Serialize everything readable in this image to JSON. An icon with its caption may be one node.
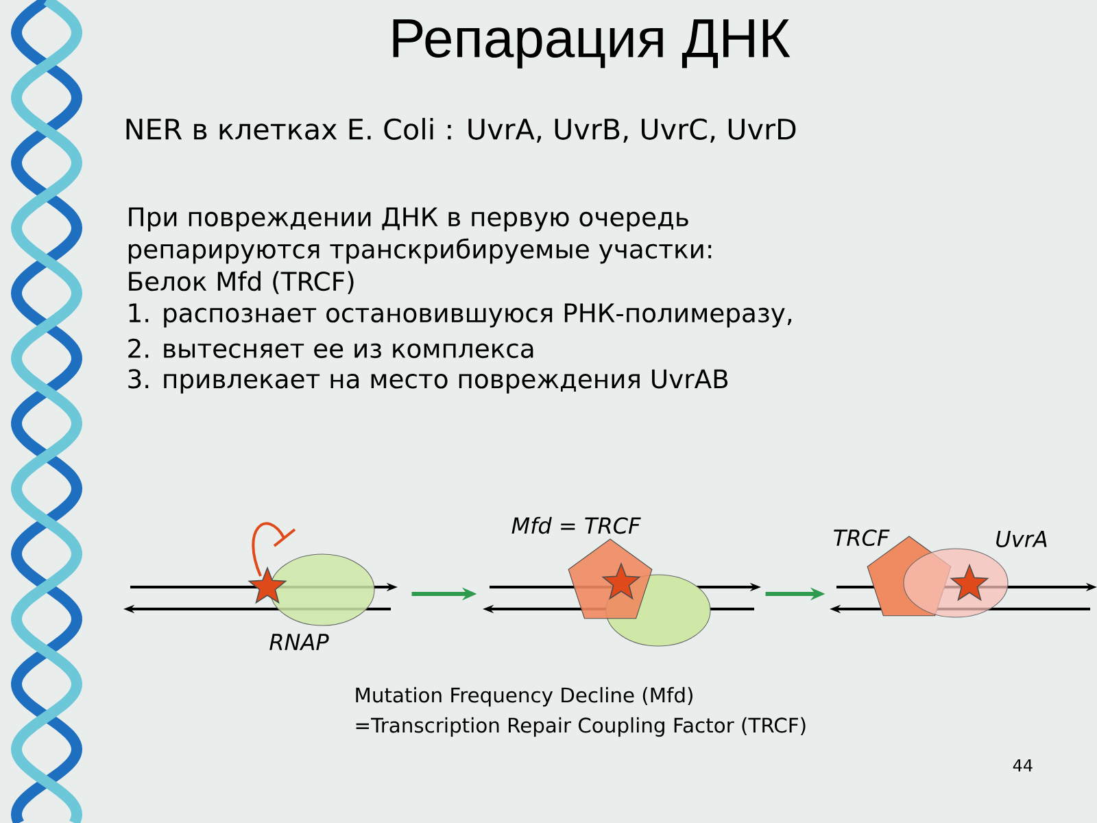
{
  "diagram": {
    "title": "Репарация ДНК",
    "nodes": [
      {
        "text": [
          "RNAP"
        ]
      },
      {
        "text": [
          "Mfd = TRCF"
        ]
      },
      {
        "text": [
          "TRCF",
          "UvrA"
        ]
      }
    ],
    "edges": [
      {
        "from": 0,
        "to": 1,
        "arrow": "to",
        "color": "#2e9a4e"
      },
      {
        "from": 1,
        "to": 2,
        "arrow": "to",
        "color": "#2e9a4e"
      }
    ],
    "labels": [
      "NER в клетках E. Coli : UvrA, UvrB, UvrC, UvrD",
      "При повреждении ДНК в первую очередь",
      "репарируются транскрибируемые участки:",
      "Белок Mfd (TRCF)",
      "1. распознает остановившуюся  РНК-полимеразу,",
      "2. вытесняет ее из комплекса",
      "3. привлекает на место повреждения  UvrAB",
      "Mutation Frequency Decline (Mfd)",
      "=Transcription Repair Coupling Factor (TRCF)",
      "44"
    ]
  }
}
